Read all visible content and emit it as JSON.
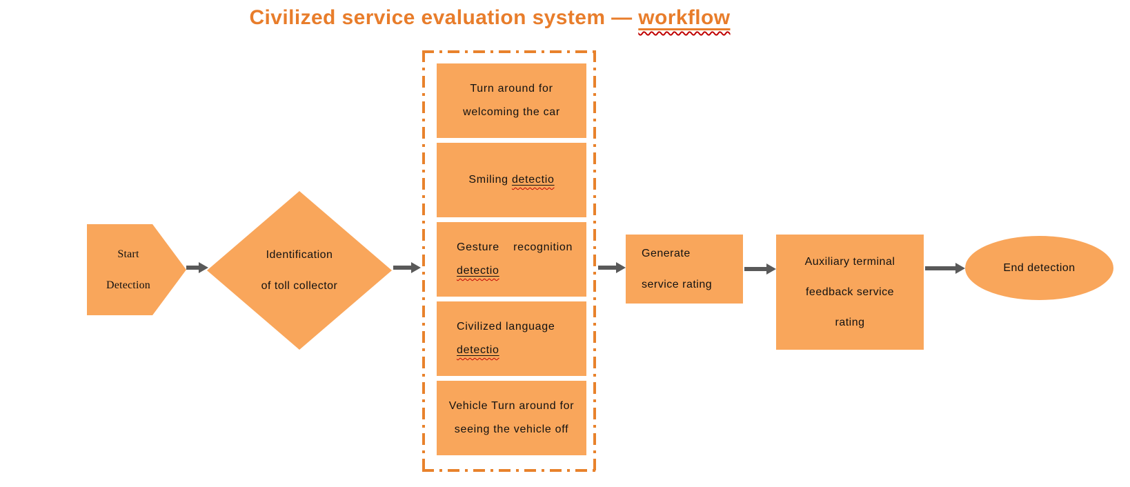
{
  "title": {
    "prefix": "Civilized service evaluation system — ",
    "emphasized": "workflow"
  },
  "flow": {
    "start": {
      "line1": "Start",
      "line2": "Detection"
    },
    "decision": {
      "line1": "Identification",
      "line2": "of toll collector"
    },
    "detection_group": {
      "steps": [
        {
          "line1": "Turn around for",
          "line2": "welcoming the car"
        },
        {
          "line1_prefix": "Smiling ",
          "line1_misspelled": "detectio"
        },
        {
          "line1": "Gesture  recognition",
          "line2_misspelled": "detectio"
        },
        {
          "line1": "Civilized language",
          "line2_misspelled": "detectio"
        },
        {
          "line1": "Vehicle Turn around for",
          "line2": "seeing the vehicle off"
        }
      ]
    },
    "generate": {
      "line1": "Generate",
      "line2": "service rating"
    },
    "auxiliary": {
      "line1": "Auxiliary terminal",
      "line2": "feedback service",
      "line3": "rating"
    },
    "end": {
      "line1": "End detection"
    }
  },
  "colors": {
    "shape_fill": "#F9A65B",
    "title_orange": "#E87D2B",
    "dash_border_orange": "#E8822C",
    "arrow_gray": "#595959",
    "spellcheck_red": "#C00000",
    "text_black": "#111111"
  }
}
